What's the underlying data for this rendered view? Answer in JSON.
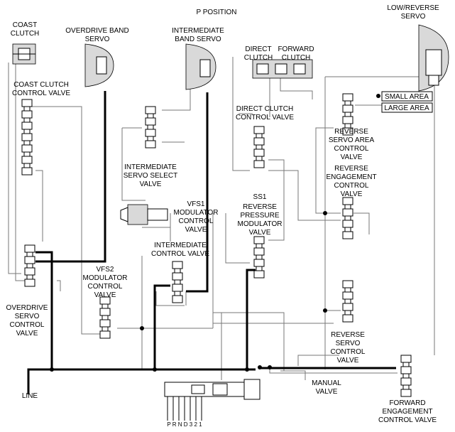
{
  "diagram": {
    "title": "P POSITION",
    "labels": {
      "coast_clutch": [
        "COAST",
        "CLUTCH"
      ],
      "overdrive_band_servo": [
        "OVERDRIVE BAND",
        "SERVO"
      ],
      "intermediate_band_servo": [
        "INTERMEDIATE",
        "BAND SERVO"
      ],
      "direct_clutch": [
        "DIRECT",
        "CLUTCH"
      ],
      "forward_clutch": [
        "FORWARD",
        "CLUTCH"
      ],
      "low_reverse_servo": [
        "LOW/REVERSE",
        "SERVO"
      ],
      "small_area": "SMALL AREA",
      "large_area": "LARGE AREA",
      "coast_clutch_control_valve": [
        "COAST CLUTCH",
        "CONTROL VALVE"
      ],
      "direct_clutch_control_valve": [
        "DIRECT CLUTCH",
        "CONTROL VALVE"
      ],
      "reverse_servo_area_control_valve": [
        "REVERSE",
        "SERVO AREA",
        "CONTROL",
        "VALVE"
      ],
      "reverse_engagement_control_valve": [
        "REVERSE",
        "ENGAGEMENT",
        "CONTROL",
        "VALVE"
      ],
      "intermediate_servo_select_valve": [
        "INTERMEDIATE",
        "SERVO SELECT",
        "VALVE"
      ],
      "ss1": "SS1",
      "vfs1_modulator_control_valve": [
        "VFS1",
        "MODULATOR",
        "CONTROL",
        "VALVE"
      ],
      "reverse_pressure_modulator_valve": [
        "REVERSE",
        "PRESSURE",
        "MODULATOR",
        "VALVE"
      ],
      "intermediate_control_valve": [
        "INTERMEDIATE",
        "CONTROL VALVE"
      ],
      "vfs2_modulator_control_valve": [
        "VFS2",
        "MODULATOR",
        "CONTROL",
        "VALVE"
      ],
      "overdrive_servo_control_valve": [
        "OVERDRIVE",
        "SERVO",
        "CONTROL",
        "VALVE"
      ],
      "reverse_servo_control_valve": [
        "REVERSE",
        "SERVO",
        "CONTROL",
        "VALVE"
      ],
      "manual_valve": [
        "MANUAL",
        "VALVE"
      ],
      "forward_engagement_control_valve": [
        "FORWARD",
        "ENGAGEMENT",
        "CONTROL VALVE"
      ],
      "line": "LINE",
      "gear_positions": "P R N D 3 2 1"
    }
  }
}
